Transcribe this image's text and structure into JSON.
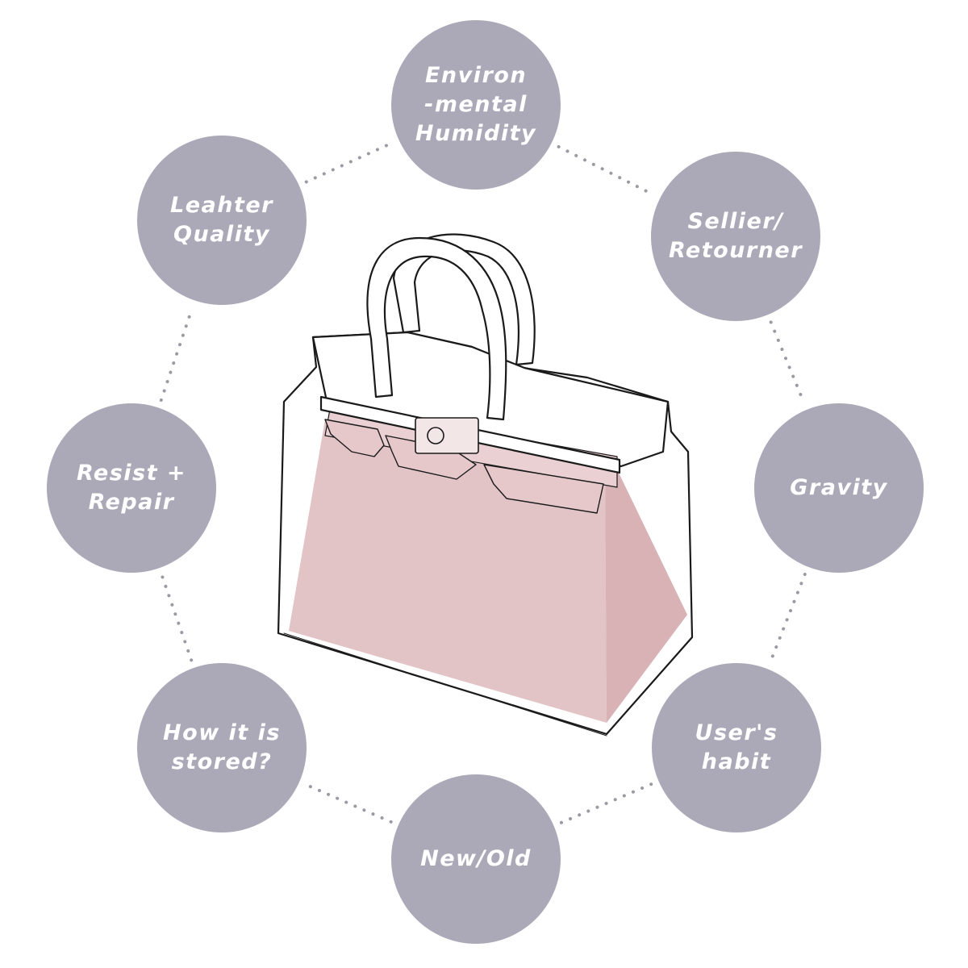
{
  "diagram": {
    "circle_color": "#aba9b7",
    "label_color": "#ffffff",
    "connector_color": "#9b9aa4",
    "bag_fill_color": "#e2c3c6",
    "bag_outline_color": "#1a1a1a",
    "bag_image": "birkin-style handbag with clear protective cover outline",
    "factors": [
      {
        "id": "humidity",
        "label": "Environ\n-mental\nHumidity"
      },
      {
        "id": "sellier",
        "label": "Sellier/\nRetourner"
      },
      {
        "id": "gravity",
        "label": "Gravity"
      },
      {
        "id": "habit",
        "label": "User's\nhabit"
      },
      {
        "id": "newold",
        "label": "New/Old"
      },
      {
        "id": "stored",
        "label": "How it is\nstored?"
      },
      {
        "id": "resist",
        "label": "Resist +\nRepair"
      },
      {
        "id": "quality",
        "label": "Leahter\nQuality"
      }
    ]
  }
}
